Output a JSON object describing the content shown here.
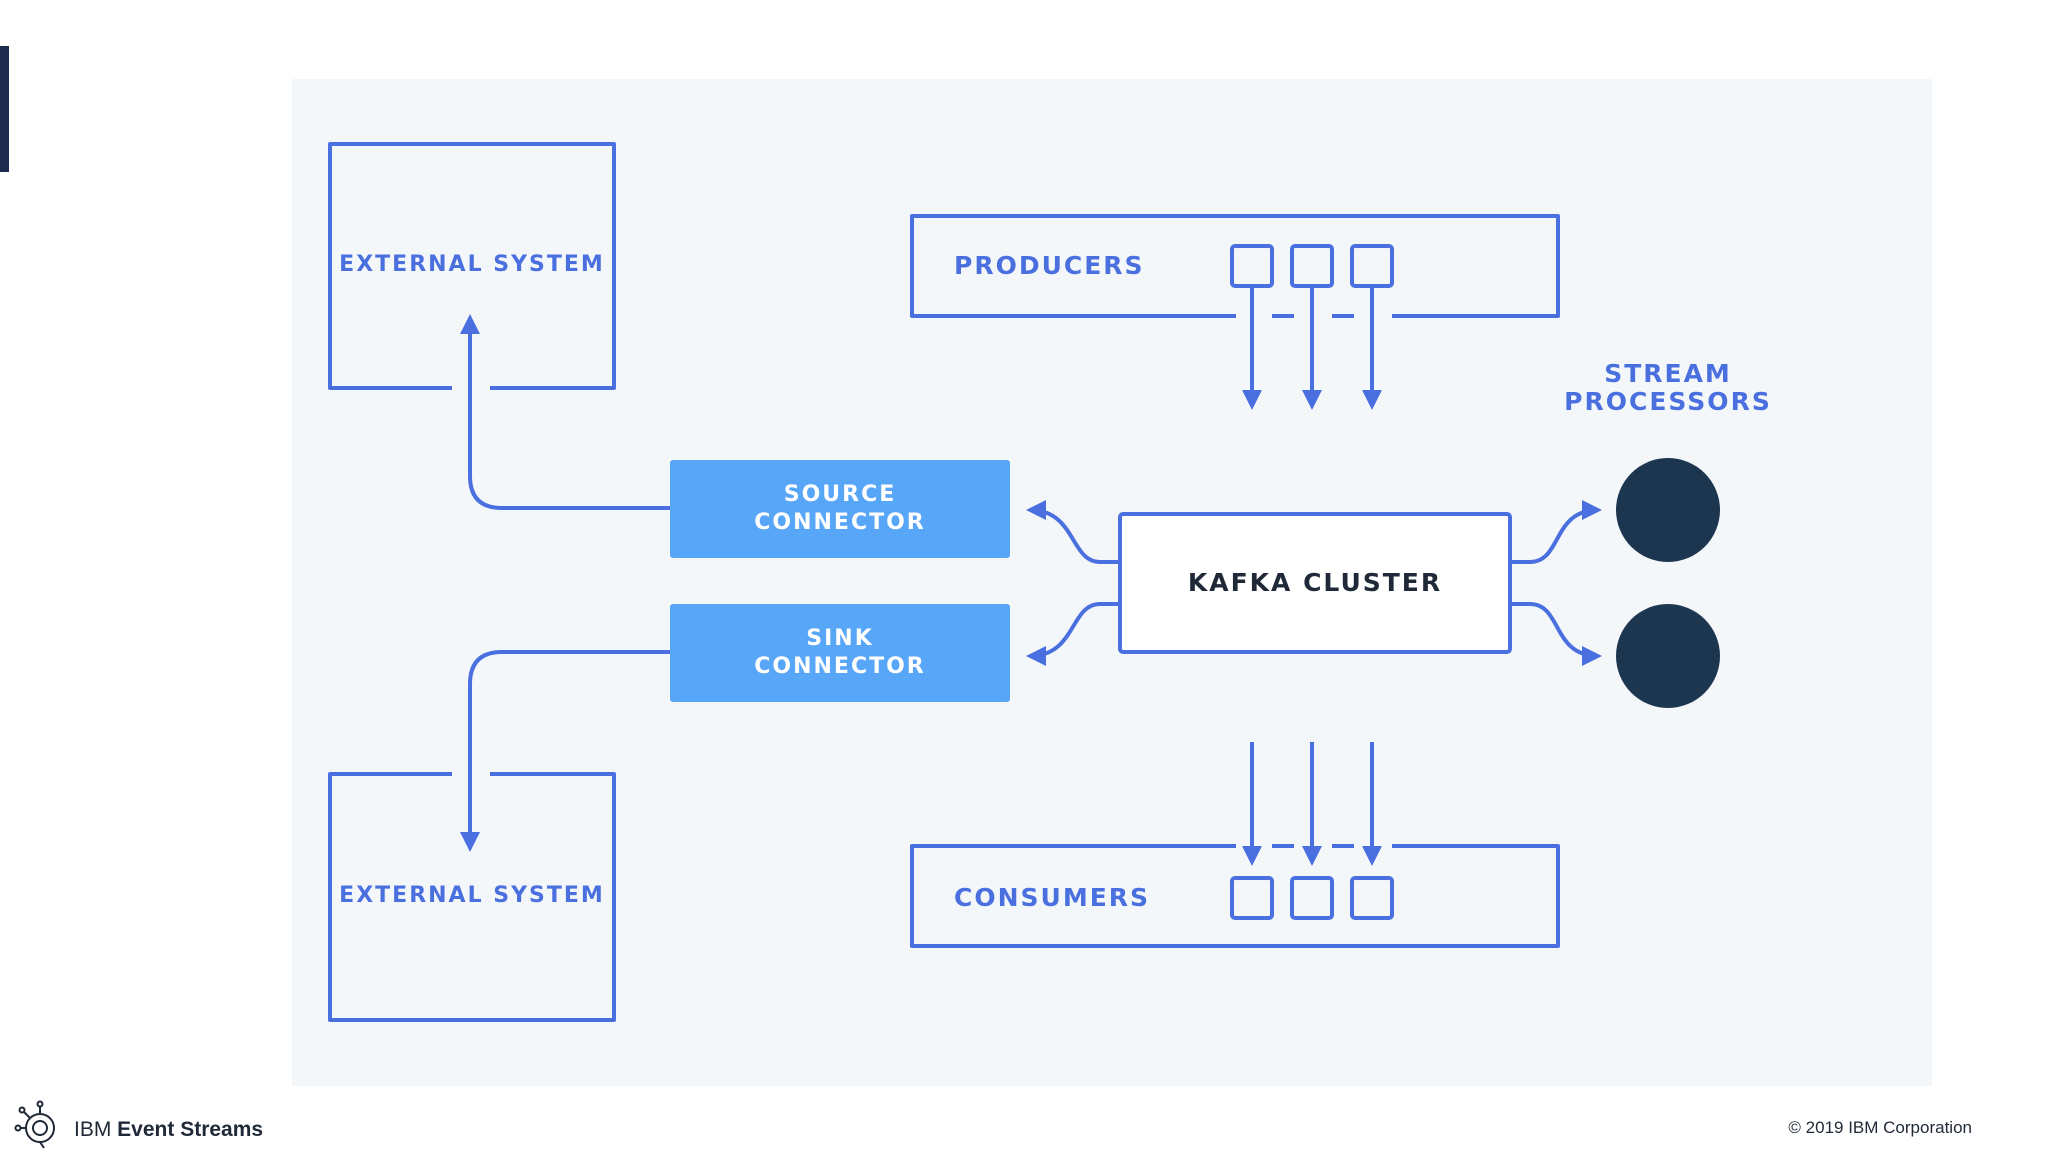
{
  "nodes": {
    "external_top": "EXTERNAL SYSTEM",
    "external_bottom": "EXTERNAL SYSTEM",
    "producers": "PRODUCERS",
    "consumers": "CONSUMERS",
    "source_connector": "SOURCE\nCONNECTOR",
    "sink_connector": "SINK\nCONNECTOR",
    "kafka_cluster": "KAFKA CLUSTER",
    "stream_processors": "STREAM\nPROCESSORS"
  },
  "footer": {
    "brand_prefix": "IBM ",
    "brand_name": "Event Streams",
    "copyright": "© 2019 IBM Corporation"
  },
  "colors": {
    "line": "#4a70e0",
    "connector_fill": "#58a6f8",
    "processor_fill": "#1d3650",
    "panel": "#f4f7fa"
  }
}
